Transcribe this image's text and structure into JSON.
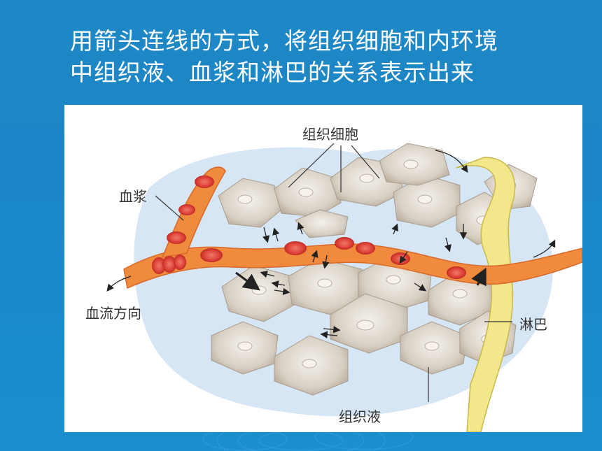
{
  "slide": {
    "line1": "用箭头连线的方式，将组织细胞和内环境",
    "line2": "中组织液、血浆和淋巴的关系表示出来"
  },
  "figure": {
    "labels": {
      "tissue_cells": "组织细胞",
      "plasma": "血浆",
      "blood_flow": "血流方向",
      "lymph": "淋巴",
      "tissue_fluid": "组织液"
    }
  },
  "colors": {
    "background": "#1b88c8",
    "vessel": "#f08a3c",
    "red_cell": "#d8322a",
    "lymph": "#f2e78a",
    "tissue_fluid": "#cfe2f4",
    "tissue_cell": "#c8bfb2"
  }
}
